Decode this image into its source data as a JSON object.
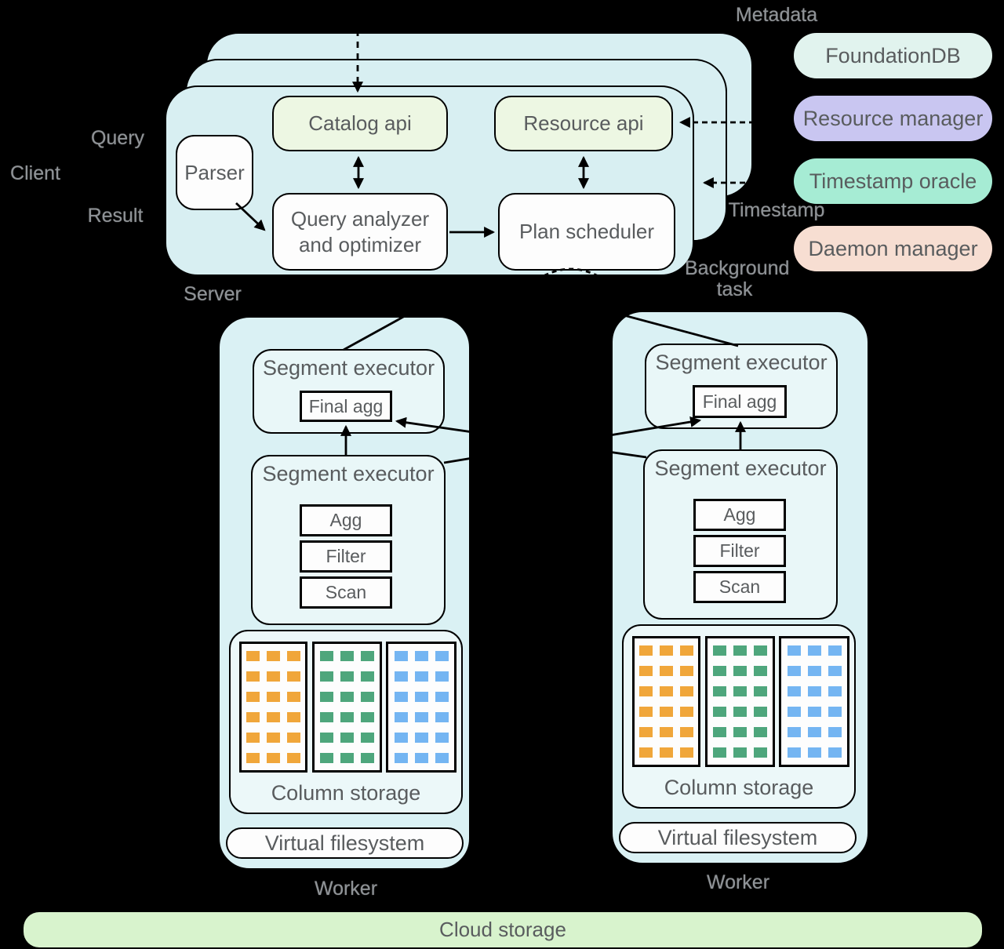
{
  "outer_labels": {
    "metadata": "Metadata",
    "query": "Query",
    "client": "Client",
    "result": "Result",
    "server": "Server",
    "timestamp": "Timestamp",
    "background_task": "Background task",
    "cloud_storage": "Cloud storage"
  },
  "server": {
    "parser": "Parser",
    "catalog_api": "Catalog api",
    "resource_api": "Resource api",
    "query_analyzer": "Query analyzer and optimizer",
    "plan_scheduler": "Plan scheduler"
  },
  "legend": [
    {
      "label": "FoundationDB",
      "color": "#e1f3ee"
    },
    {
      "label": "Resource manager",
      "color": "#c9c6f1"
    },
    {
      "label": "Timestamp oracle",
      "color": "#a6ecd4"
    },
    {
      "label": "Daemon manager",
      "color": "#f7ded2"
    }
  ],
  "workers": [
    {
      "label": "Worker",
      "segment_executor_top": "Segment executor",
      "final_agg": "Final agg",
      "segment_executor_bottom": "Segment executor",
      "operators": [
        "Agg",
        "Filter",
        "Scan"
      ],
      "column_storage": "Column storage",
      "virtual_filesystem": "Virtual filesystem"
    },
    {
      "label": "Worker",
      "segment_executor_top": "Segment executor",
      "final_agg": "Final agg",
      "segment_executor_bottom": "Segment executor",
      "operators": [
        "Agg",
        "Filter",
        "Scan"
      ],
      "column_storage": "Column storage",
      "virtual_filesystem": "Virtual filesystem"
    }
  ],
  "storage_columns": {
    "rows": 6,
    "cols": 3,
    "colors": [
      "#f0a63a",
      "#4ea67c",
      "#74b5f2"
    ]
  },
  "cloud_storage": {
    "label": "Cloud storage",
    "color": "#d8f3cd"
  },
  "colors": {
    "background": "#000000",
    "server_fill": "#d8eff2",
    "worker_fill": "#daf1f4",
    "inner_fill": "#e9f7f8",
    "column_storage_fill": "#ecf8f9",
    "api_fill": "#edf7e3",
    "white_box": "#fdfdfd",
    "border": "#000000",
    "outer_label_text": "#8f9397",
    "box_text": "#595c5e"
  }
}
